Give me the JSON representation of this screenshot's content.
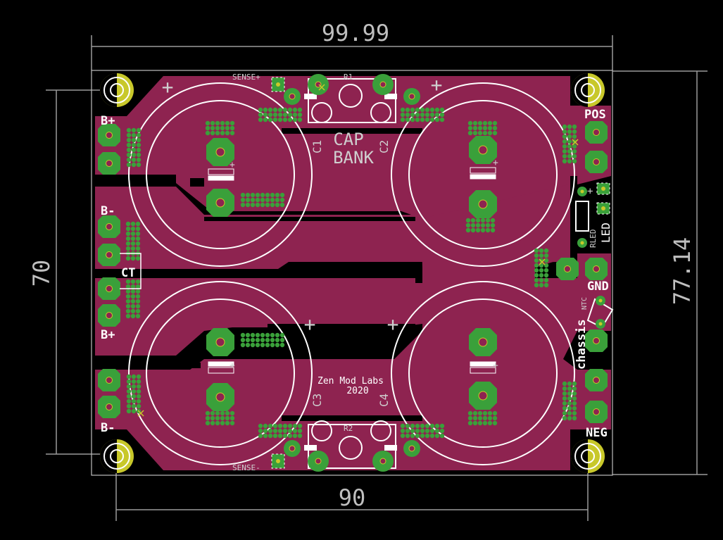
{
  "dimensions": {
    "top_width": "99.99",
    "bottom_width": "90",
    "left_height": "70",
    "right_height": "77.14"
  },
  "title": {
    "line1": "CAP",
    "line2": "BANK"
  },
  "credit": {
    "line1": "Zen Mod Labs",
    "line2": "2020"
  },
  "labels": {
    "sense_plus": "SENSE+",
    "sense_minus": "SENSE-",
    "r1": "R1",
    "r2": "R2",
    "c1": "C1",
    "c2": "C2",
    "c3": "C3",
    "c4": "C4",
    "b_plus_top": "B+",
    "b_minus_mid": "B-",
    "ct": "CT",
    "b_plus_low": "B+",
    "b_minus_bottom": "B-",
    "pos": "POS",
    "gnd": "GND",
    "neg": "NEG",
    "led": "LED",
    "rled": "RLED",
    "ntc": "NTC",
    "chassis": "chassis",
    "plus_mark": "+",
    "minus_mark": "-"
  },
  "colors": {
    "copper": "#8e2350",
    "pad": "#3aa03a",
    "hole_ring": "#c8c82a",
    "silkscreen": "#ffffff",
    "background": "#000000"
  }
}
